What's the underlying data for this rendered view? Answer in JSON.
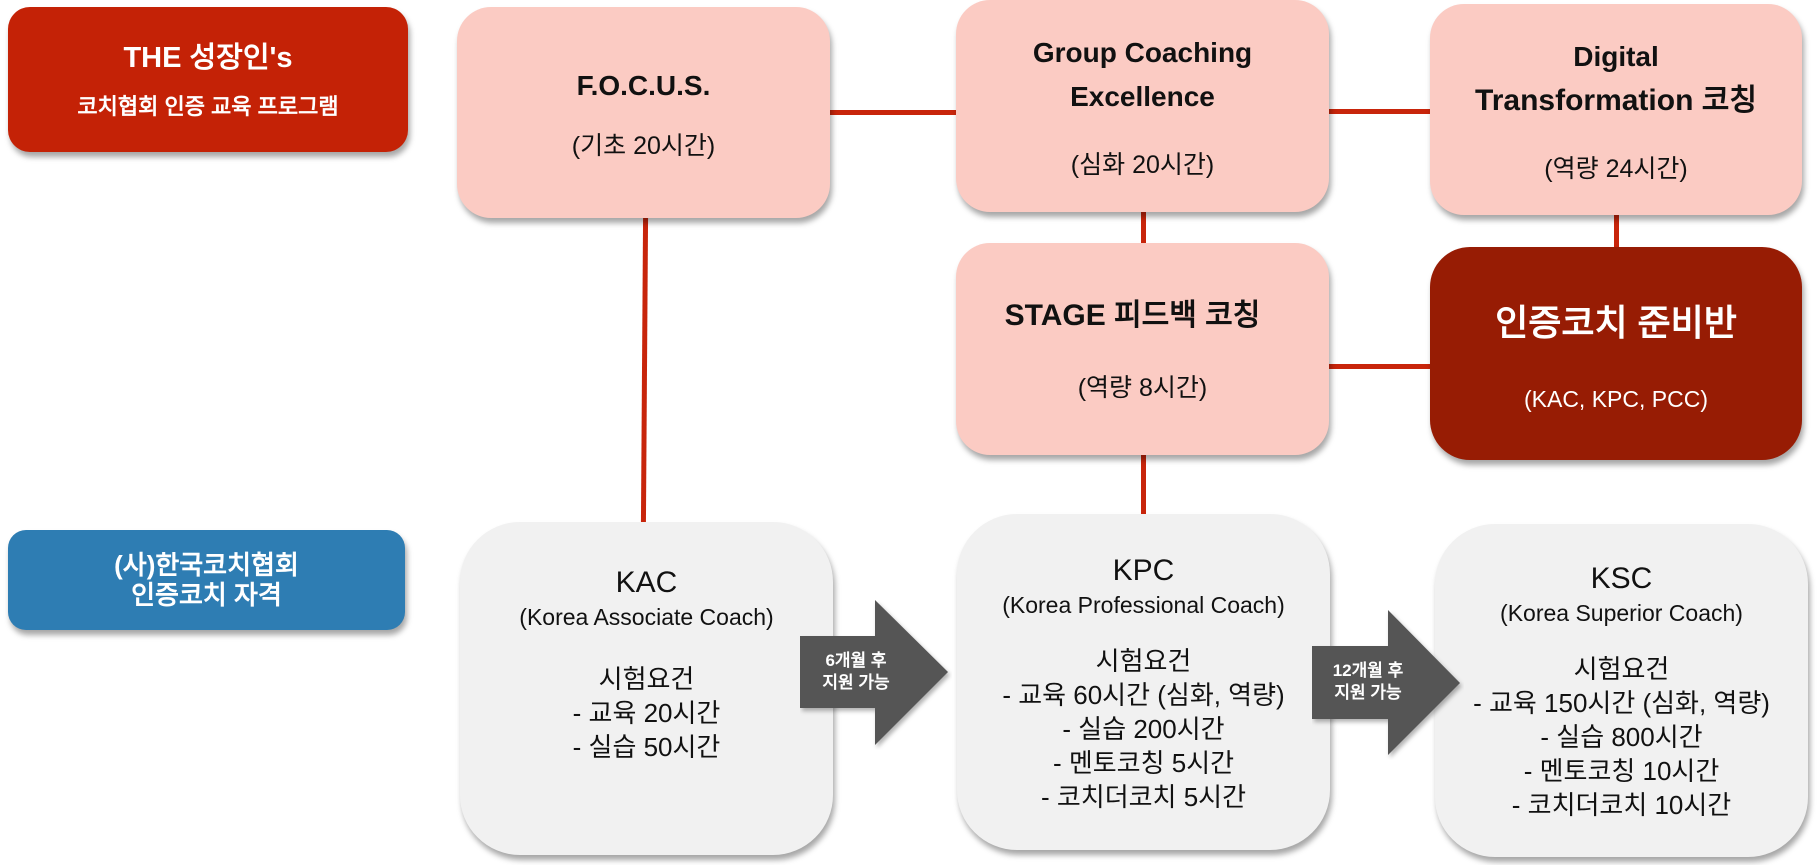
{
  "program_label": {
    "title": "THE 성장인's",
    "subtitle": "코치협회 인증 교육 프로그램"
  },
  "association_label": {
    "line1": "(사)한국코치협회",
    "line2": "인증코치 자격"
  },
  "courses": [
    {
      "name_lines": [
        "F.O.C.U.S."
      ],
      "hours": "(기초 20시간)"
    },
    {
      "name_lines": [
        "Group Coaching",
        "Excellence"
      ],
      "hours": "(심화 20시간)"
    },
    {
      "name_lines": [
        "Digital",
        "Transformation 코칭"
      ],
      "hours": "(역량 24시간)"
    },
    {
      "name_lines": [
        "STAGE 피드백 코칭"
      ],
      "hours": "(역량 8시간)"
    }
  ],
  "prep_course": {
    "name": "인증코치 준비반",
    "levels": "(KAC, KPC, PCC)"
  },
  "certifications": [
    {
      "code": "KAC",
      "full_name": "(Korea Associate Coach)",
      "req_title": "시험요건",
      "requirements": [
        "- 교육 20시간",
        "- 실습 50시간"
      ]
    },
    {
      "code": "KPC",
      "full_name": "(Korea Professional Coach)",
      "req_title": "시험요건",
      "requirements": [
        "- 교육 60시간 (심화, 역량)",
        "- 실습 200시간",
        "- 멘토코칭 5시간",
        "- 코치더코치  5시간"
      ]
    },
    {
      "code": "KSC",
      "full_name": "(Korea Superior Coach)",
      "req_title": "시험요건",
      "requirements": [
        "- 교육 150시간 (심화, 역량)",
        "- 실습 800시간",
        "- 멘토코칭 10시간",
        "- 코치더코치 10시간"
      ]
    }
  ],
  "transitions": [
    {
      "line1": "6개월 후",
      "line2": "지원 가능"
    },
    {
      "line1": "12개월 후",
      "line2": "지원 가능"
    }
  ],
  "colors": {
    "program_red": "#c42206",
    "association_blue": "#2e7db3",
    "course_pink": "#fbcbc3",
    "prep_darkred": "#971c04",
    "cert_gray": "#f1f1f1",
    "connector_red": "#c8250b",
    "arrow_gray": "#555555"
  }
}
